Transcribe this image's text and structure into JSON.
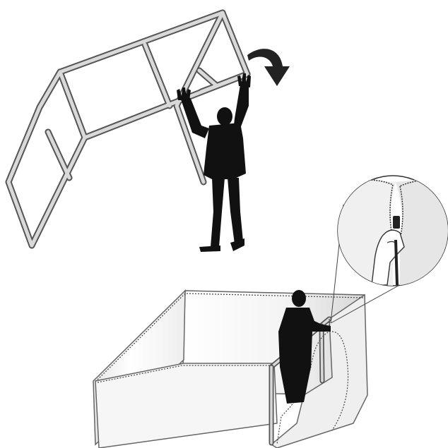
{
  "figure": {
    "steps": [
      {
        "id": "unfold-frame",
        "illustration": "person-lifting-folding-frame"
      },
      {
        "id": "attach-fabric",
        "illustration": "person-zipping-fabric-wall"
      }
    ],
    "icons": [
      "curved-arrow-icon",
      "zipper-magnifier-icon"
    ],
    "colors": {
      "frame_fill": "#d9d9d9",
      "outline": "#555555",
      "silhouette": "#111111",
      "fabric": "#f7f7f7",
      "background": "#ffffff"
    }
  }
}
